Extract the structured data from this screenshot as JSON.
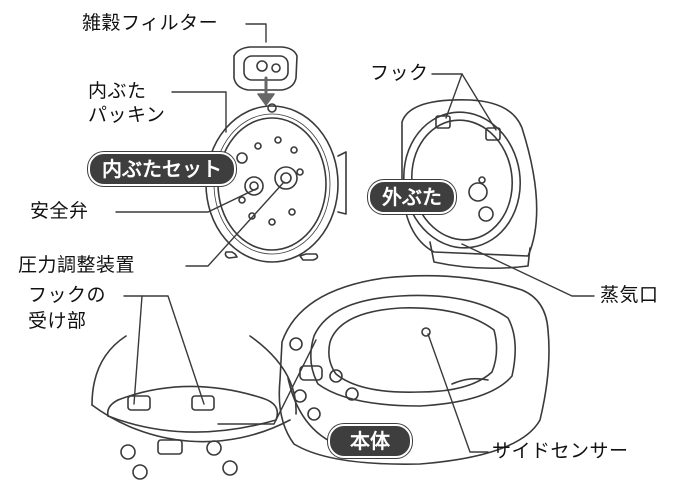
{
  "labels": {
    "grain_filter": "雑穀フィルター",
    "inner_lid_line1": "内ぶた",
    "inner_lid_line2": "パッキン",
    "hook_top": "フック",
    "safety_valve": "安全弁",
    "pressure_device": "圧力調整装置",
    "hook_receiver_line1": "フックの",
    "hook_receiver_line2": "受け部",
    "steam_port": "蒸気口",
    "side_sensor": "サイドセンサー"
  },
  "badges": {
    "inner_lid_set": "内ぶたセット",
    "outer_lid": "外ぶた",
    "body": "本体"
  },
  "colors": {
    "line": "#3a3a3a",
    "badge_bg": "#3e3e3e",
    "badge_text": "#ffffff"
  }
}
